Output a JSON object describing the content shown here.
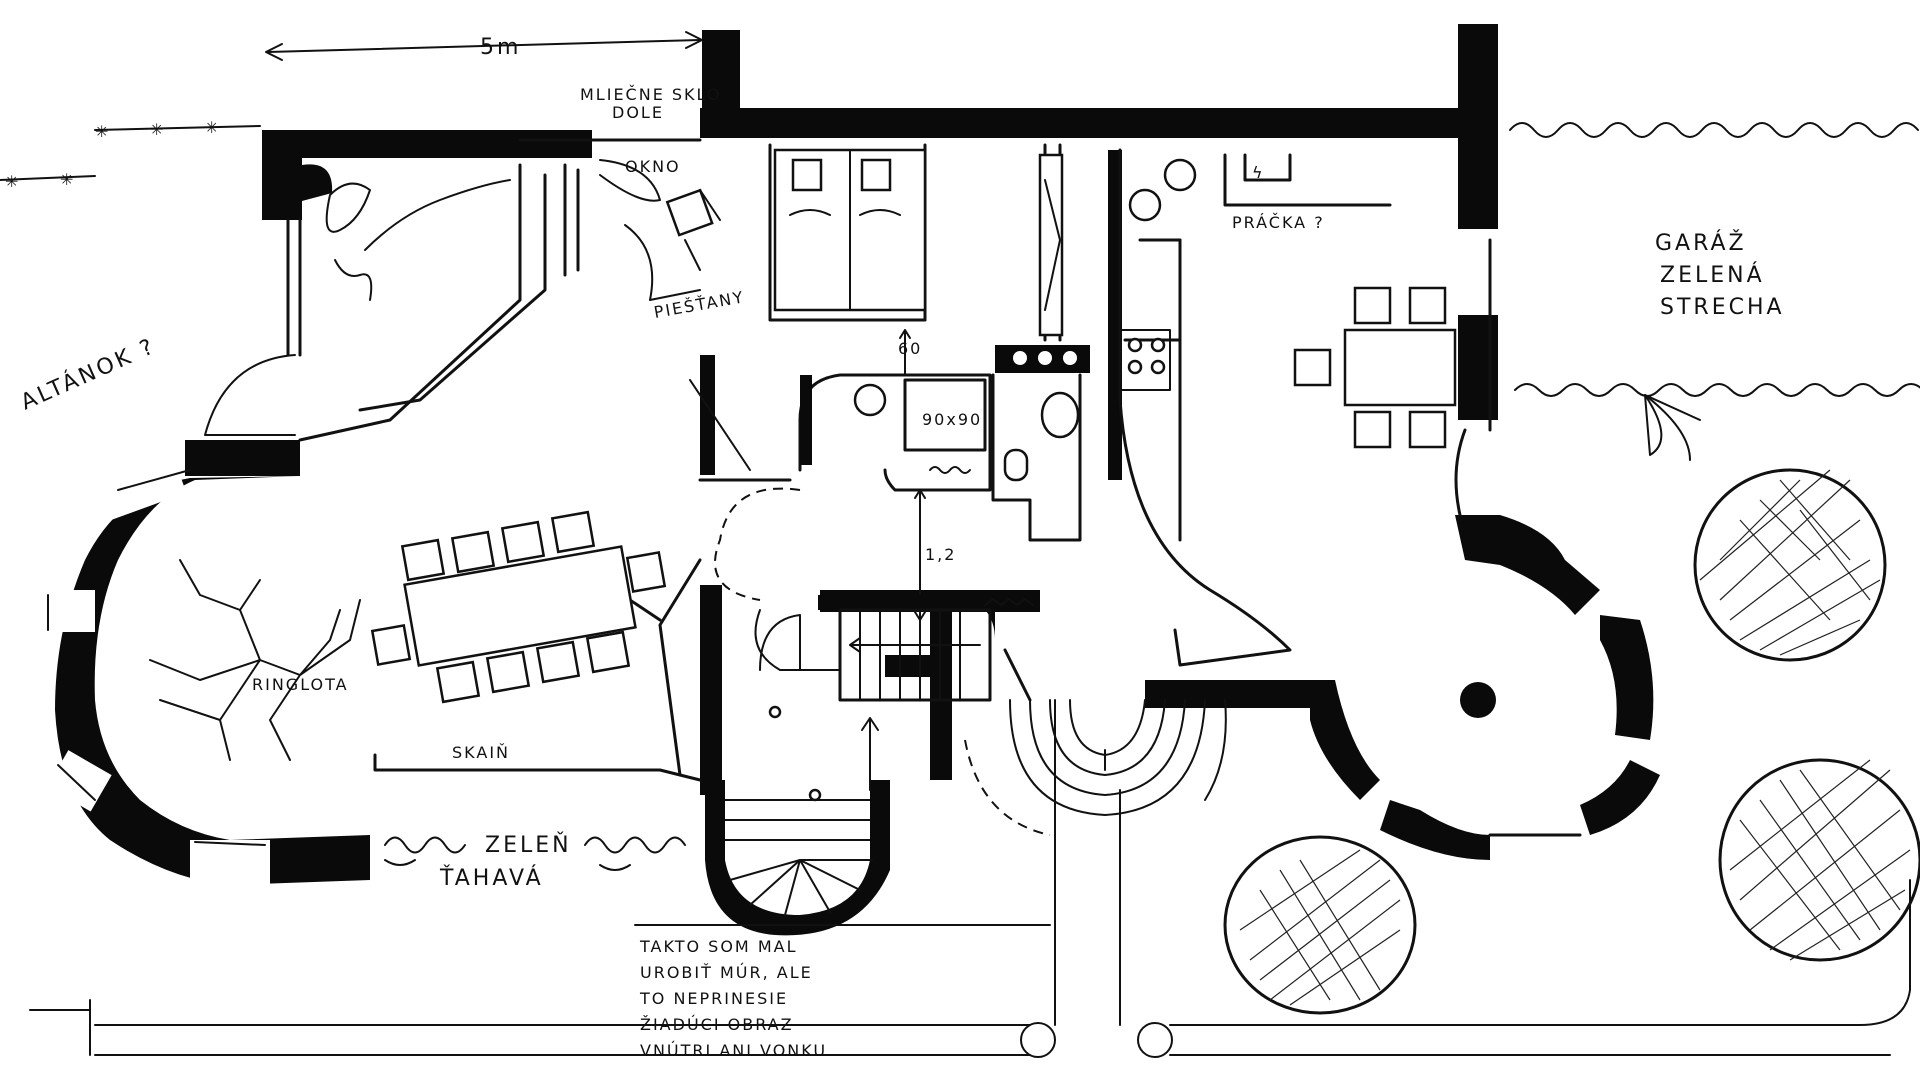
{
  "labels": {
    "scale": "5m",
    "frosted_glass_line1": "MLIEČNE SKLO",
    "frosted_glass_line2": "DOLE",
    "window": "OKNO",
    "altan": "ALTÁNOK ?",
    "piestany": "PIEŠŤANY",
    "height_60": "60",
    "shower": "90x90",
    "washing_machine": "PRÁČKA ?",
    "garage_line1": "GARÁŽ",
    "garage_line2": "ZELENÁ",
    "garage_line3": "STRECHA",
    "dim_12": "1,2",
    "ringlota": "RINGLOTA",
    "skain": "SKAIŇ",
    "greenery_line1": "ZELEŇ",
    "greenery_line2": "ŤAHAVÁ",
    "note_line1": "TAKTO SOM MAL",
    "note_line2": "UROBIŤ MÚR, ALE",
    "note_line3": "TO NEPRINESIE",
    "note_line4": "ŽIADÚCI OBRAZ",
    "note_line5": "VNÚTRI ANI VONKU"
  }
}
